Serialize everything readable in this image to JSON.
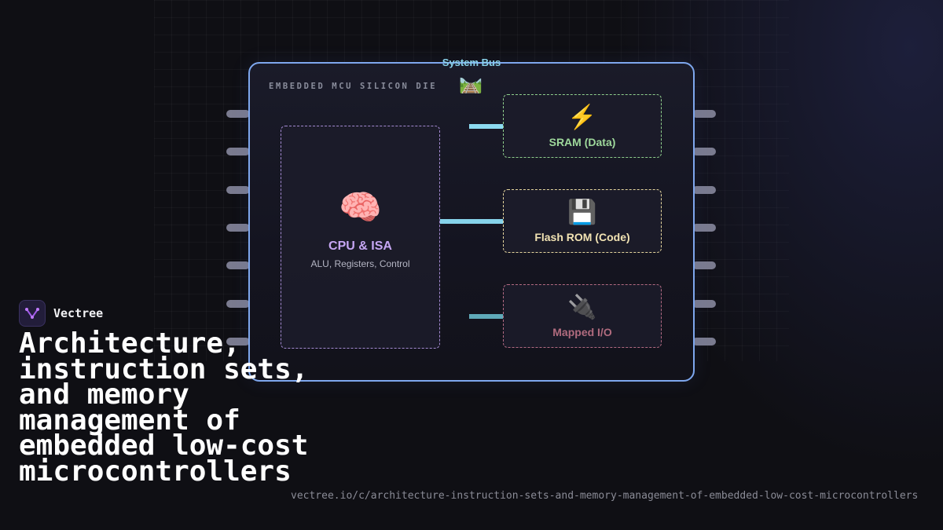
{
  "diagram": {
    "die_label": "EMBEDDED MCU SILICON DIE",
    "bus": {
      "label": "System Bus",
      "icon": "railway-track-icon",
      "glyph": "🛤️"
    },
    "cpu": {
      "icon": "brain-icon",
      "glyph": "🧠",
      "title": "CPU & ISA",
      "subtitle": "ALU, Registers, Control"
    },
    "sram": {
      "icon": "lightning-icon",
      "glyph": "⚡",
      "title": "SRAM (Data)"
    },
    "flash": {
      "icon": "floppy-disk-icon",
      "glyph": "💾",
      "title": "Flash ROM (Code)"
    },
    "io": {
      "icon": "electric-plug-icon",
      "glyph": "🔌",
      "title": "Mapped I/O"
    }
  },
  "brand": {
    "name": "Vectree",
    "icon": "vectree-logo-icon"
  },
  "headline": "Architecture, instruction sets, and memory management of embedded low-cost microcontrollers",
  "url": "vectree.io/c/architecture-instruction-sets-and-memory-management-of-embedded-low-cost-microcontrollers",
  "colors": {
    "die_border": "#7ea7ee",
    "bus": "#89d2ea",
    "cpu": "#c6a6f3",
    "sram": "#9ed89b",
    "flash": "#f2e3b3",
    "io": "#b06b7e",
    "background": "#0f0f14"
  }
}
